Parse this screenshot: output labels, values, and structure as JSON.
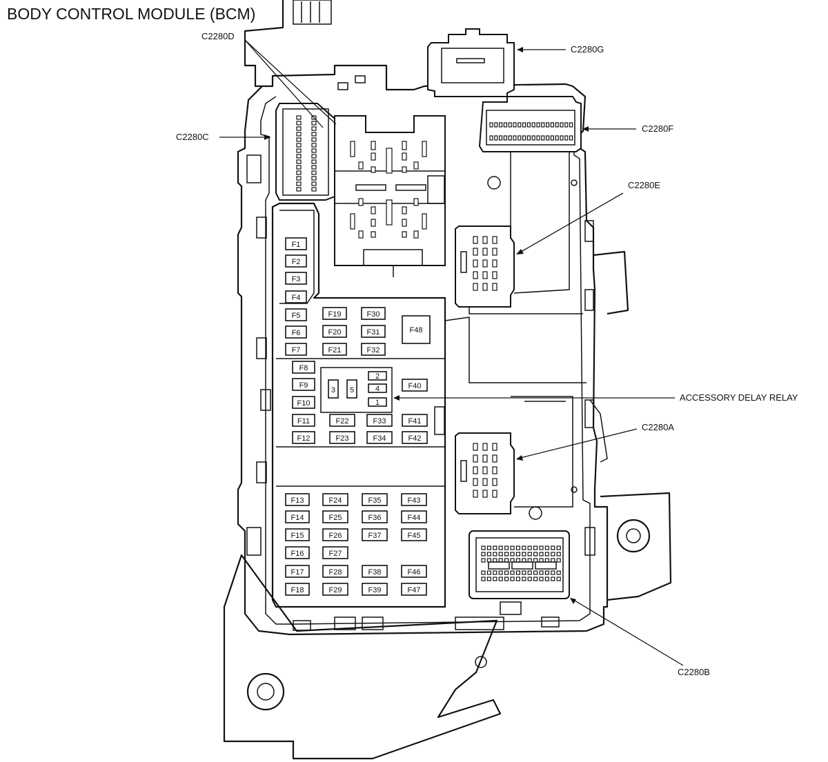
{
  "title": "BODY CONTROL MODULE (BCM)",
  "connectors": {
    "c2280a": "C2280A",
    "c2280b": "C2280B",
    "c2280c": "C2280C",
    "c2280d": "C2280D",
    "c2280e": "C2280E",
    "c2280f": "C2280F",
    "c2280g": "C2280G"
  },
  "relay": {
    "label": "ACCESSORY DELAY RELAY",
    "terminals": [
      "3",
      "5",
      "2",
      "4",
      "1"
    ]
  },
  "fuses": {
    "col1_top": [
      "F1",
      "F2",
      "F3",
      "F4",
      "F5",
      "F6",
      "F7",
      "F8",
      "F9",
      "F10",
      "F11",
      "F12"
    ],
    "col2_top": [
      "F19",
      "F20",
      "F21"
    ],
    "col3_top": [
      "F30",
      "F31",
      "F32"
    ],
    "maxi": "F48",
    "f40": "F40",
    "mid_row_a": [
      "F22",
      "F33",
      "F41"
    ],
    "mid_row_b": [
      "F23",
      "F34",
      "F42"
    ],
    "bottom_col1": [
      "F13",
      "F14",
      "F15",
      "F16",
      "F17",
      "F18"
    ],
    "bottom_col2": [
      "F24",
      "F25",
      "F26",
      "F27",
      "F28",
      "F29"
    ],
    "bottom_col3": [
      "F35",
      "F36",
      "F37",
      "F38",
      "F39"
    ],
    "bottom_col4": [
      "F43",
      "F44",
      "F45",
      "F46",
      "F47"
    ]
  }
}
